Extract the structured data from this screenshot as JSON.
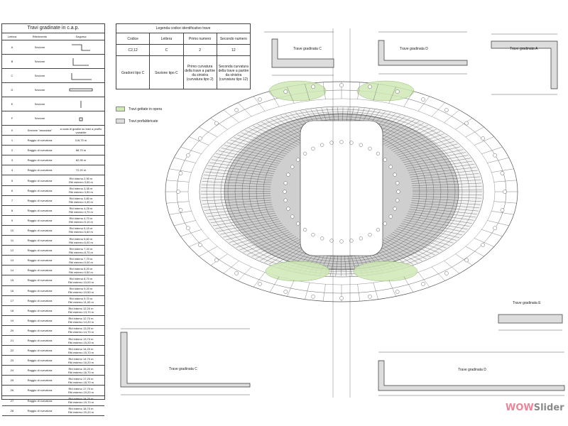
{
  "left_table": {
    "title": "Travi gradinate in c.a.p.",
    "headers": [
      "Lettera",
      "Riferimento",
      "Sagoma"
    ],
    "rows": [
      {
        "code": "A",
        "type": "Sezione",
        "spec": "",
        "shape": "z"
      },
      {
        "code": "B",
        "type": "Sezione",
        "spec": "",
        "shape": "l-up"
      },
      {
        "code": "C",
        "type": "Sezione",
        "spec": "",
        "shape": "l-flat"
      },
      {
        "code": "D",
        "type": "Sezione",
        "spec": "",
        "shape": "bar"
      },
      {
        "code": "E",
        "type": "Sezione",
        "spec": "",
        "shape": "t-up"
      },
      {
        "code": "F",
        "type": "Sezione",
        "spec": "",
        "shape": "small"
      },
      {
        "code": "0",
        "type": "Sezione \"assodata\"",
        "spec": "a coda di gradini su travi a profilo variabile",
        "shape": ""
      },
      {
        "code": "1",
        "type": "Raggio di curvatura",
        "spec": "118,75 m",
        "shape": ""
      },
      {
        "code": "2",
        "type": "Raggio di curvatura",
        "spec": "88,70 m",
        "shape": ""
      },
      {
        "code": "3",
        "type": "Raggio di curvatura",
        "spec": "82,95 m",
        "shape": ""
      },
      {
        "code": "4",
        "type": "Raggio di curvatura",
        "spec": "72,20 m",
        "shape": ""
      },
      {
        "code": "5",
        "type": "Raggio di curvatura",
        "spec": "Rbl interno 2,90 m\nRbl esterno 3,50 m",
        "shape": ""
      },
      {
        "code": "6",
        "type": "Raggio di curvatura",
        "spec": "Rbl interno 3,35 m\nRbl esterno 3,90 m",
        "shape": ""
      },
      {
        "code": "7",
        "type": "Raggio di curvatura",
        "spec": "Rbl interno 3,80 m\nRbl esterno 4,30 m",
        "shape": ""
      },
      {
        "code": "8",
        "type": "Raggio di curvatura",
        "spec": "Rbl interno 4,25 m\nRbl esterno 4,70 m",
        "shape": ""
      },
      {
        "code": "9",
        "type": "Raggio di curvatura",
        "spec": "Rbl interno 4,70 m\nRbl esterno 5,10 m",
        "shape": ""
      },
      {
        "code": "10",
        "type": "Raggio di curvatura",
        "spec": "Rbl interno 5,15 m\nRbl esterno 5,60 m",
        "shape": ""
      },
      {
        "code": "11",
        "type": "Raggio di curvatura",
        "spec": "Rbl interno 5,60 m\nRbl esterno 6,00 m",
        "shape": ""
      },
      {
        "code": "12",
        "type": "Raggio di curvatura",
        "spec": "Rbl interno 7,20 m\nRbl esterno 8,70 m",
        "shape": ""
      },
      {
        "code": "13",
        "type": "Raggio di curvatura",
        "spec": "Rbl interno 7,70 m\nRbl esterno 9,00 m",
        "shape": ""
      },
      {
        "code": "14",
        "type": "Raggio di curvatura",
        "spec": "Rbl interno 8,20 m\nRbl esterno 9,50 m",
        "shape": ""
      },
      {
        "code": "15",
        "type": "Raggio di curvatura",
        "spec": "Rbl interno 8,70 m\nRbl esterno 10,00 m",
        "shape": ""
      },
      {
        "code": "16",
        "type": "Raggio di curvatura",
        "spec": "Rbl interno 9,20 m\nRbl esterno 10,50 m",
        "shape": ""
      },
      {
        "code": "17",
        "type": "Raggio di curvatura",
        "spec": "Rbl interno 9,70 m\nRbl esterno 11,00 m",
        "shape": ""
      },
      {
        "code": "18",
        "type": "Raggio di curvatura",
        "spec": "Rbl interno 12,20 m\nRbl esterno 13,70 m",
        "shape": ""
      },
      {
        "code": "19",
        "type": "Raggio di curvatura",
        "spec": "Rbl interno 12,70 m\nRbl esterno 14,20 m",
        "shape": ""
      },
      {
        "code": "20",
        "type": "Raggio di curvatura",
        "spec": "Rbl interno 13,20 m\nRbl esterno 14,70 m",
        "shape": ""
      },
      {
        "code": "21",
        "type": "Raggio di curvatura",
        "spec": "Rbl interno 13,70 m\nRbl esterno 15,20 m",
        "shape": ""
      },
      {
        "code": "22",
        "type": "Raggio di curvatura",
        "spec": "Rbl interno 14,20 m\nRbl esterno 15,70 m",
        "shape": ""
      },
      {
        "code": "23",
        "type": "Raggio di curvatura",
        "spec": "Rbl interno 14,70 m\nRbl esterno 16,20 m",
        "shape": ""
      },
      {
        "code": "24",
        "type": "Raggio di curvatura",
        "spec": "Rbl interno 15,20 m\nRbl esterno 16,70 m",
        "shape": ""
      },
      {
        "code": "25",
        "type": "Raggio di curvatura",
        "spec": "Rbl interno 17,20 m\nRbl esterno 18,70 m",
        "shape": ""
      },
      {
        "code": "26",
        "type": "Raggio di curvatura",
        "spec": "Rbl interno 17,70 m\nRbl esterno 19,20 m",
        "shape": ""
      },
      {
        "code": "27",
        "type": "Raggio di curvatura",
        "spec": "Rbl interno 18,20 m\nRbl esterno 19,70 m",
        "shape": ""
      },
      {
        "code": "28",
        "type": "Raggio di curvatura",
        "spec": "Rbl interno 18,70 m\nRbl esterno 20,20 m",
        "shape": ""
      }
    ]
  },
  "legend_table": {
    "title": "Legenda codice identificativo trave",
    "columns": [
      "Codice",
      "Lettera",
      "Primo numero",
      "Secondo numero"
    ],
    "example": [
      "C2,12",
      "C",
      "2",
      "12"
    ],
    "meaning": [
      "Gradoni tipo C",
      "Sezione tipo C",
      "Primo curvatura della trave a partire da sinistra (curvatura tipo 2)",
      "Seconda curvatura della trave a partire da sinistra (curvatura tipo 12)"
    ]
  },
  "key": {
    "green_label": "Travi gettate in opera",
    "gray_label": "Travi prefabbricate",
    "green_color": "#cfe8b4",
    "gray_color": "#dcdcdc"
  },
  "beam_views": {
    "c_label": "Trave gradinata C",
    "d_label": "Trave gradinata D",
    "a_label": "Trave gradinata A",
    "e_label": "Trave gradinata E",
    "c2_label": "Trave gradinata C",
    "d2_label": "Trave gradinata D"
  },
  "watermark": {
    "wow": "WOW",
    "slider": "Slider",
    "wow_color": "#e8869a",
    "slider_color": "#8a8a8a"
  }
}
